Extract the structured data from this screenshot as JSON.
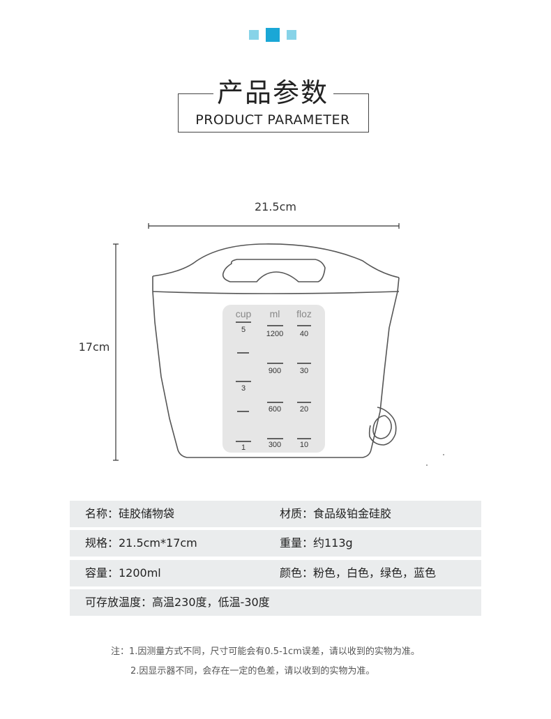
{
  "header": {
    "title_cn": "产品参数",
    "title_en": "PRODUCT PARAMETER",
    "accent_colors": [
      "#87d3e8",
      "#1aa7d6",
      "#87d3e8"
    ]
  },
  "dimensions": {
    "width_label": "21.5cm",
    "height_label": "17cm"
  },
  "scale": {
    "columns": [
      "cup",
      "ml",
      "floz"
    ],
    "cup_marks": [
      "5",
      "3",
      "1"
    ],
    "ml_marks": [
      "1200",
      "900",
      "600",
      "300"
    ],
    "floz_marks": [
      "40",
      "30",
      "20",
      "10"
    ]
  },
  "specs": [
    {
      "left": "名称：硅胶储物袋",
      "right": "材质：食品级铂金硅胶"
    },
    {
      "left": "规格：21.5cm*17cm",
      "right": "重量：约113g"
    },
    {
      "left": "容量：1200ml",
      "right": "颜色：粉色，白色，绿色，蓝色"
    },
    {
      "left": "可存放温度：高温230度，低温-30度",
      "right": ""
    }
  ],
  "notes": [
    "注：1.因测量方式不同，尺寸可能会有0.5-1cm误差，请以收到的实物为准。",
    "2.因显示器不同，会存在一定的色差，请以收到的实物为准。"
  ]
}
